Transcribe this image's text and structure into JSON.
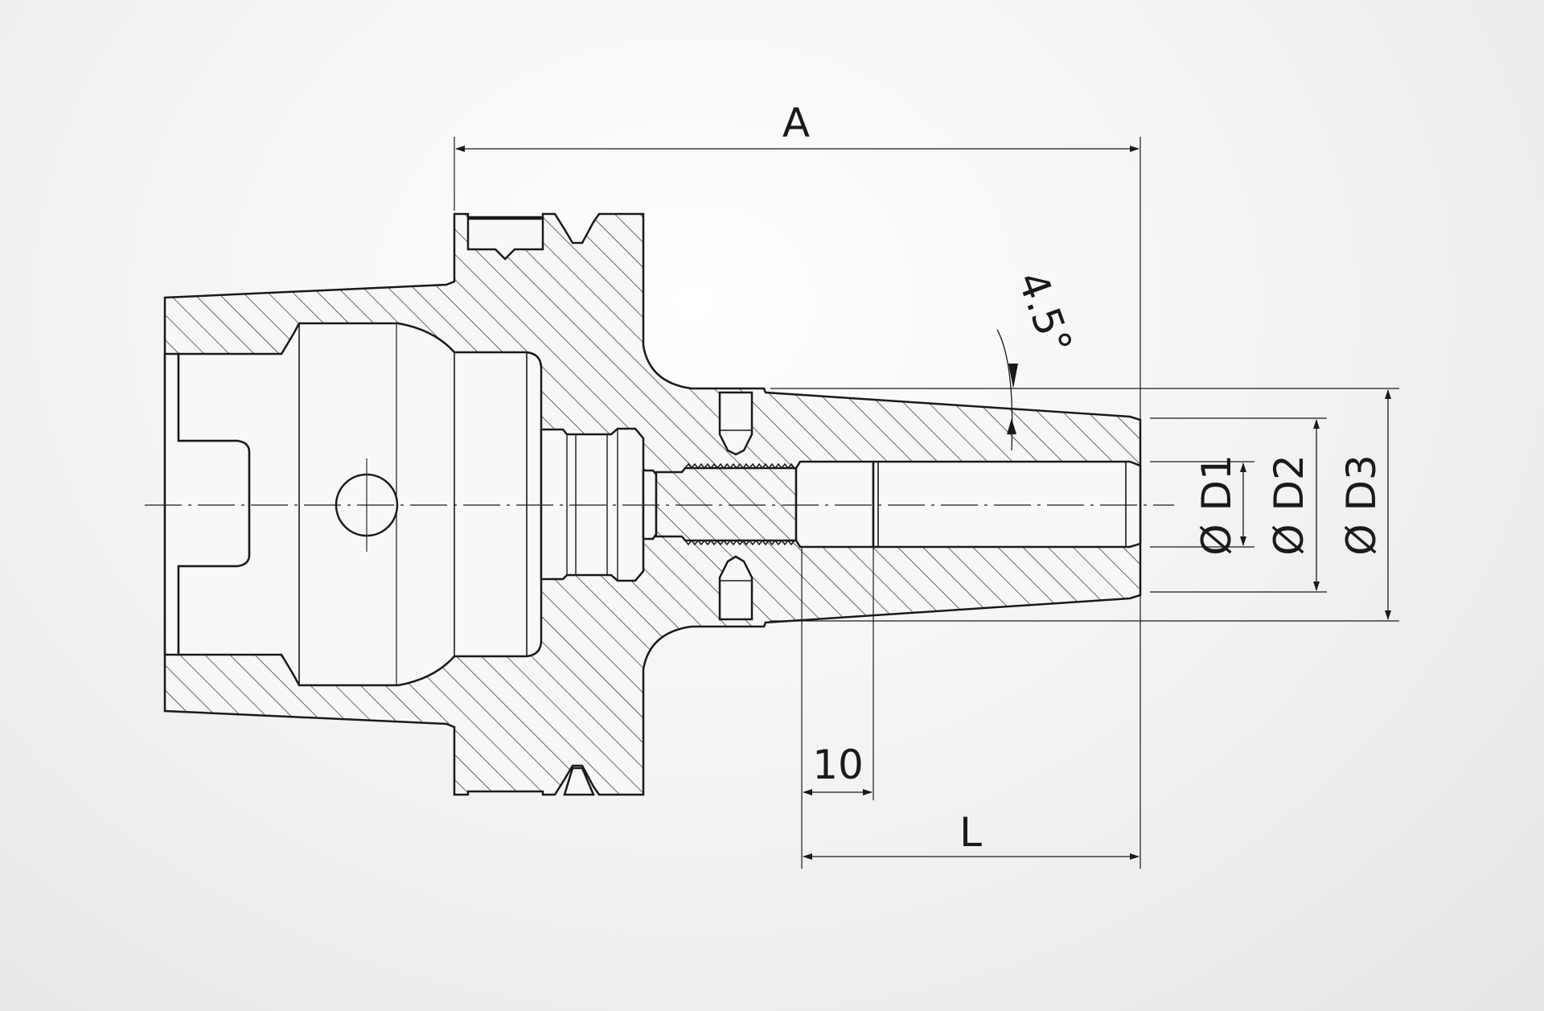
{
  "dimensions": {
    "a_label": "A",
    "l_label": "L",
    "ten_label": "10",
    "angle_label": "4.5°",
    "d1_label": "Ø D1",
    "d2_label": "Ø D2",
    "d3_label": "Ø D3"
  },
  "colors": {
    "ink": "#1a1a1a",
    "background_light": "#ffffff",
    "background_dark": "#e6e6e6",
    "section_fill": "#f8f8f8"
  }
}
